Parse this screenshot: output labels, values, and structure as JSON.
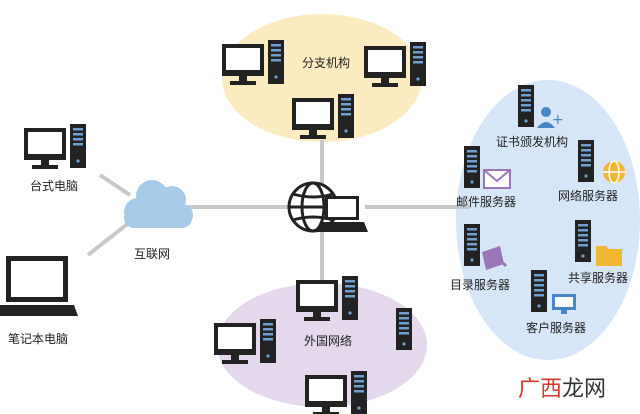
{
  "labels": {
    "branch": "分支机构",
    "desktop": "台式电脑",
    "laptop": "笔记本电脑",
    "internet": "互联网",
    "foreign": "外国网络",
    "cert": "证书颁发机构",
    "mail": "邮件服务器",
    "web": "网络服务器",
    "dir": "目录服务器",
    "share": "共享服务器",
    "client": "客户服务器"
  },
  "watermark": {
    "part1": "广西",
    "part2": "龙网"
  },
  "colors": {
    "branch_zone": "#FBEBC0",
    "foreign_zone": "#E4D8EC",
    "server_zone": "#D6E6F6",
    "cloud": "#A9CBEA",
    "link": "#C8C8C8",
    "device": "#222222",
    "screen": "#FFFFFF",
    "server_slot": "#6F9FD0",
    "watermark_red": "#D23A2E",
    "watermark_dark": "#333333"
  }
}
